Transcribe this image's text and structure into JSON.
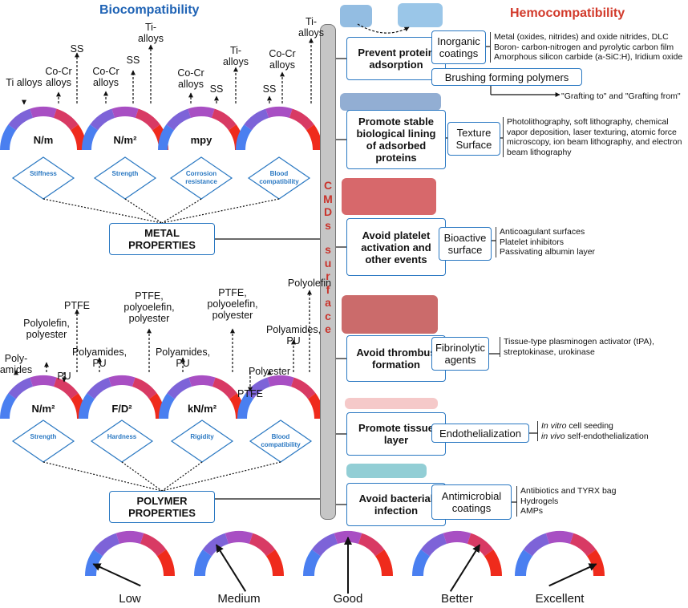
{
  "titles": {
    "biocompatibility": "Biocompatibility",
    "hemocompatibility": "Hemocompatibility"
  },
  "cmd_surface_label": "CMDs surface",
  "metal": {
    "properties_label": "METAL PROPERTIES",
    "gauges": [
      {
        "unit": "N/m",
        "labels": [
          "Ti alloys",
          "Co-Cr alloys",
          "SS"
        ],
        "property": "Stiffness"
      },
      {
        "unit": "N/m²",
        "labels": [
          "Co-Cr alloys",
          "SS",
          "Ti- alloys"
        ],
        "property": "Strength"
      },
      {
        "unit": "mpy",
        "labels": [
          "Co-Cr alloys",
          "SS",
          "Ti- alloys"
        ],
        "property": "Corrosion resistance"
      },
      {
        "unit": "",
        "labels": [
          "SS",
          "Co-Cr alloys",
          "Ti- alloys"
        ],
        "property": "Blood compatibility"
      }
    ]
  },
  "polymer": {
    "properties_label": "POLYMER PROPERTIES",
    "gauges": [
      {
        "unit": "N/m²",
        "labels": [
          "Poly- amides",
          "Polyolefin, polyester",
          "PU",
          "PTFE"
        ],
        "property": "Strength"
      },
      {
        "unit": "F/D²",
        "labels": [
          "Polyamides, PU",
          "PTFE, polyoelefin, polyester"
        ],
        "property": "Hardness"
      },
      {
        "unit": "kN/m²",
        "labels": [
          "Polyamides, PU",
          "PTFE, polyoelefin, polyester"
        ],
        "property": "Rigidity"
      },
      {
        "unit": "",
        "labels": [
          "PTFE",
          "Polyester",
          "Polyamides, PU",
          "Polyolefin"
        ],
        "property": "Blood compatibility"
      }
    ]
  },
  "hemo": {
    "goals": [
      "Prevent protein adsorption",
      "Promote stable biological lining of adsorbed proteins",
      "Avoid platelet activation and other events",
      "Avoid thrombus formation",
      "Promote tissue layer",
      "Avoid bacterial infection"
    ],
    "strategies": {
      "inorganic": "Inorganic coatings",
      "brushing": "Brushing forming polymers",
      "texture": "Texture Surface",
      "bioactive": "Bioactive surface",
      "fibrinolytic": "Fibrinolytic agents",
      "endothelialization": "Endothelialization",
      "antimicrobial": "Antimicrobial coatings"
    },
    "details": {
      "inorganic": [
        "Metal (oxides, nitrides) and oxide nitrides, DLC",
        "Boron- carbon-nitrogen and pyrolytic carbon film",
        "Amorphous silicon carbide (a-SiC:H), Iridium oxide"
      ],
      "brushing": "\"Grafting to\" and \"Grafting from\"",
      "texture": "Photolithography, soft lithography, chemical vapor deposition, laser texturing, atomic force microscopy, ion beam lithography, and electron beam lithography",
      "bioactive": [
        "Anticoagulant surfaces",
        "Platelet inhibitors",
        "Passivating albumin layer"
      ],
      "fibrinolytic": "Tissue-type plasminogen activator (tPA), streptokinase, urokinase",
      "endothelialization": [
        {
          "em": "In vitro",
          "rest": " cell seeding"
        },
        {
          "em": "in vivo",
          "rest": " self-endothelialization"
        }
      ],
      "antimicrobial": [
        "Antibiotics and TYRX bag",
        "Hydrogels",
        "AMPs"
      ]
    }
  },
  "scale": [
    {
      "label": "Low",
      "level": 0.1
    },
    {
      "label": "Medium",
      "level": 0.3
    },
    {
      "label": "Good",
      "level": 0.5
    },
    {
      "label": "Better",
      "level": 0.7
    },
    {
      "label": "Excellent",
      "level": 0.9
    }
  ],
  "gauge_colors": [
    "#4a7ff0",
    "#7d63d8",
    "#a84fc3",
    "#d83a64",
    "#ef2b1c"
  ]
}
